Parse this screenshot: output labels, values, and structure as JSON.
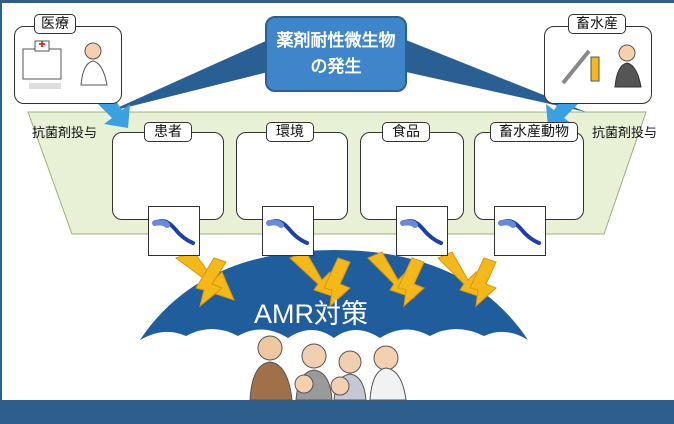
{
  "diagram": {
    "title_line1": "薬剤耐性微生物",
    "title_line2": "の発生",
    "medical_label": "医療",
    "livestock_label": "畜水産",
    "admin_left": "抗菌剤投与",
    "admin_right": "抗菌剤投与",
    "categories": [
      "患者",
      "環境",
      "食品",
      "畜水産動物"
    ],
    "umbrella_label": "AMR対策"
  },
  "colors": {
    "accent_blue": "#3e86c9",
    "frame_blue": "#2e5f8c",
    "trapezoid_fill": "#e8f1d6",
    "umbrella_blue": "#1f5d9c",
    "lightning_yellow": "#f4b81a"
  }
}
